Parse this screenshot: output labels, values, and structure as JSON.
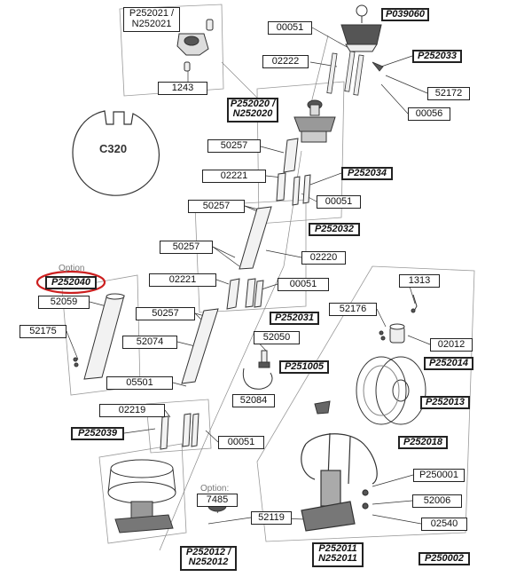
{
  "labels": {
    "p252021": "P252021 /\nN252021",
    "l1243": "1243",
    "l00051a": "00051",
    "p039060": "P039060",
    "l02222": "02222",
    "p252033": "P252033",
    "l52172": "52172",
    "p252020": "P252020 /\nN252020",
    "l00056": "00056",
    "l50257a": "50257",
    "l02221a": "02221",
    "p252034": "P252034",
    "l00051b": "00051",
    "l50257b": "50257",
    "p252032": "P252032",
    "l50257c": "50257",
    "l02220": "02220",
    "p252040": "P252040",
    "l02221b": "02221",
    "l00051c": "00051",
    "l1313": "1313",
    "l52059": "52059",
    "l50257d": "50257",
    "p252031": "P252031",
    "l52176": "52176",
    "l52175": "52175",
    "l52074": "52074",
    "l52050": "52050",
    "l02012": "02012",
    "p252014": "P252014",
    "p251005": "P251005",
    "l05501": "05501",
    "l52084": "52084",
    "p252013": "P252013",
    "l02219": "02219",
    "p252039": "P252039",
    "l00051d": "00051",
    "p252018": "P252018",
    "p250001": "P250001",
    "l7485": "7485",
    "l52006": "52006",
    "l52119": "52119",
    "l02540": "02540",
    "p252012": "P252012 /\nN252012",
    "p252011": "P252011\nN252011",
    "p250002": "P250002"
  },
  "text": {
    "c320": "C320",
    "option1": "Option",
    "option2": "Option:"
  },
  "colors": {
    "line": "#333333",
    "guide": "#999999",
    "highlight": "#cc1f1f"
  }
}
